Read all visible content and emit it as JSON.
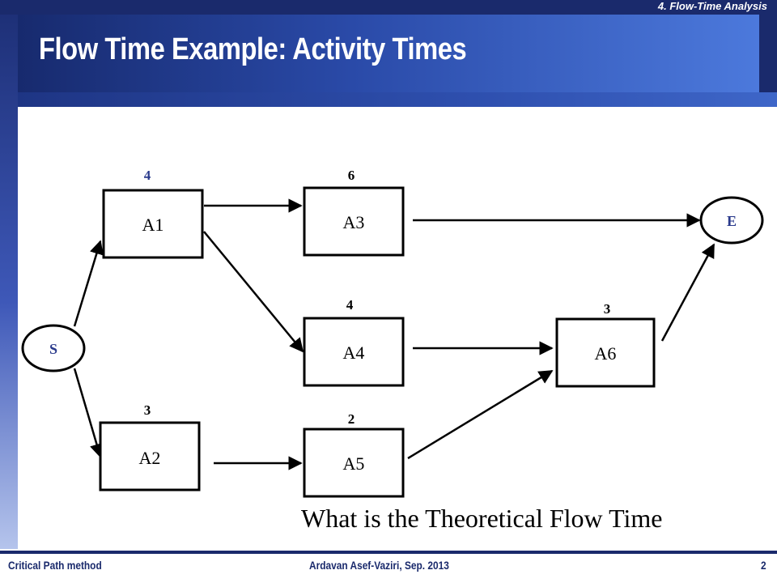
{
  "header": {
    "section": "4. Flow-Time Analysis",
    "title": "Flow Time Example: Activity Times"
  },
  "diagram": {
    "start": "S",
    "end": "E",
    "activities": [
      {
        "id": "A1",
        "time": "4"
      },
      {
        "id": "A2",
        "time": "3"
      },
      {
        "id": "A3",
        "time": "6"
      },
      {
        "id": "A4",
        "time": "4"
      },
      {
        "id": "A5",
        "time": "2"
      },
      {
        "id": "A6",
        "time": "3"
      }
    ],
    "edges": [
      [
        "S",
        "A1"
      ],
      [
        "S",
        "A2"
      ],
      [
        "A1",
        "A3"
      ],
      [
        "A1",
        "A4"
      ],
      [
        "A2",
        "A5"
      ],
      [
        "A3",
        "E"
      ],
      [
        "A4",
        "A6"
      ],
      [
        "A5",
        "A6"
      ],
      [
        "A6",
        "E"
      ]
    ]
  },
  "question": "What is the Theoretical Flow Time",
  "footer": {
    "left": "Critical Path method",
    "center": "Ardavan Asef-Vaziri, Sep. 2013",
    "page": "2"
  },
  "colors": {
    "navy": "#1a2a6c",
    "banner_light": "#4c79dc",
    "node_text_blue": "#2a3a8c"
  }
}
